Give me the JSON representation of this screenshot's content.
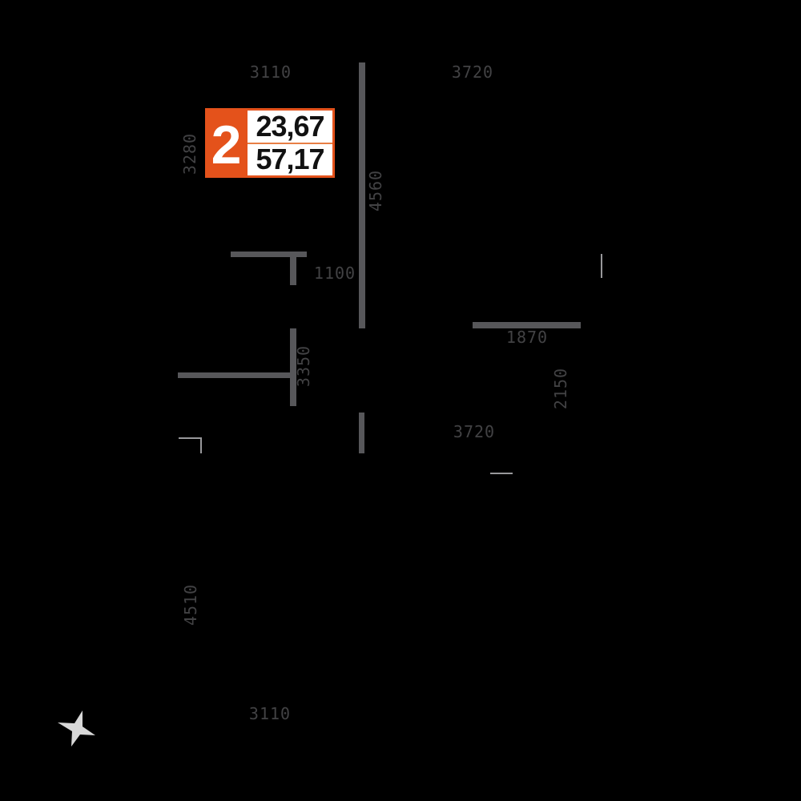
{
  "colors": {
    "background": "#000000",
    "wall": "#57575a",
    "thin_line": "#98989b",
    "dimension_text": "#424244",
    "badge_orange": "#e4521b",
    "badge_separator": "#e87f45",
    "badge_number_text": "#111111",
    "badge_room_text": "#ffffff",
    "star": "#d8d8d8"
  },
  "badge": {
    "rooms": "2",
    "upper_value": "23,67",
    "lower_value": "57,17"
  },
  "dimensions": {
    "top_width_left": "3110",
    "top_width_right": "3720",
    "left_height_upper": "3280",
    "center_wall_height": "4560",
    "hall_width": "1100",
    "right_wall_width": "1870",
    "inner_wall_height": "3350",
    "right_room_height": "2150",
    "mid_width_right": "3720",
    "left_height_lower": "4510",
    "bottom_width_left": "3110"
  },
  "icons": {
    "compass_star": "four-point-north-star"
  }
}
